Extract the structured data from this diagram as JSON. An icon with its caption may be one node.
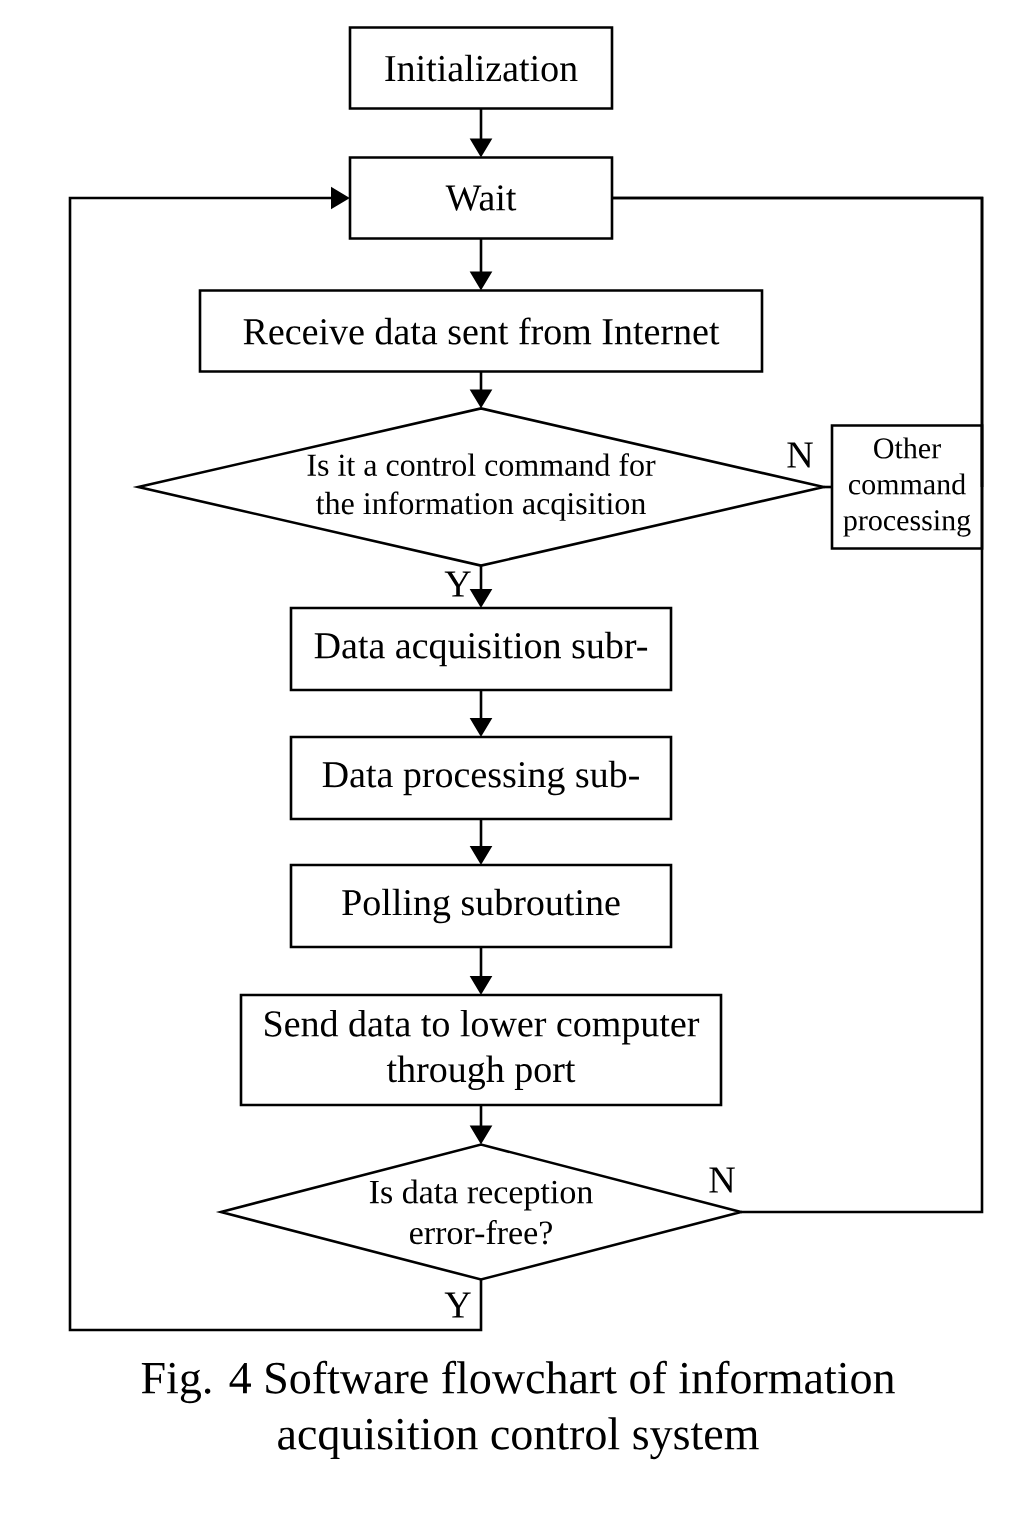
{
  "diagram": {
    "caption": "Fig. 4 Software flowchart of information acquisition control system",
    "nodes": [
      {
        "text": [
          "Initialization"
        ]
      },
      {
        "text": [
          "Wait"
        ]
      },
      {
        "text": [
          "Receive data sent from Internet"
        ]
      },
      {
        "text": [
          "Is it a control command for the information acqisition"
        ]
      },
      {
        "text": [
          "Other command processing"
        ]
      },
      {
        "text": [
          "Data acquisition subr-"
        ]
      },
      {
        "text": [
          "Data processing sub-"
        ]
      },
      {
        "text": [
          "Polling subroutine"
        ]
      },
      {
        "text": [
          "Send data to lower computer through port"
        ]
      },
      {
        "text": [
          "Is data reception error-free?"
        ]
      }
    ],
    "edges": [
      {
        "from": 0,
        "to": 1,
        "arrow": "to"
      },
      {
        "from": 1,
        "to": 2,
        "arrow": "to"
      },
      {
        "from": 2,
        "to": 3,
        "arrow": "to"
      },
      {
        "from": 3,
        "to": 4,
        "arrow": "none",
        "label": "N"
      },
      {
        "from": 3,
        "to": 5,
        "arrow": "to",
        "label": "Y"
      },
      {
        "from": 5,
        "to": 6,
        "arrow": "to"
      },
      {
        "from": 6,
        "to": 7,
        "arrow": "to"
      },
      {
        "from": 7,
        "to": 8,
        "arrow": "to"
      },
      {
        "from": 8,
        "to": 9,
        "arrow": "to"
      },
      {
        "from": 9,
        "to": 1,
        "arrow": "to",
        "label": "Y"
      },
      {
        "from": 9,
        "to": 1,
        "arrow": "none",
        "label": "N"
      },
      {
        "from": 4,
        "to": 1,
        "arrow": "none"
      }
    ]
  }
}
